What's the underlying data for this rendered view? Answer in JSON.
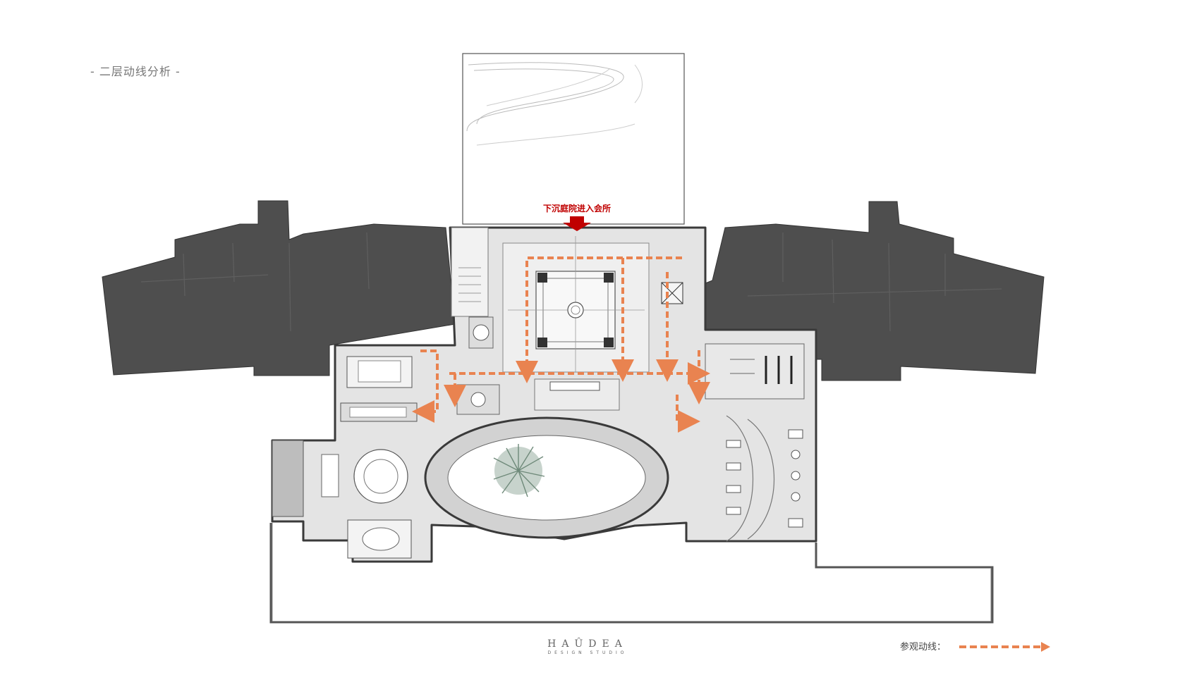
{
  "page": {
    "title": "- 二层动线分析 -"
  },
  "entry": {
    "label": "下沉庭院进入会所",
    "color": "#c00000"
  },
  "legend": {
    "label": "参观动线：",
    "color": "#e98350"
  },
  "brand": {
    "name": "HAÛDEA",
    "sub": "DESIGN STUDIO"
  },
  "colors": {
    "wing": "#4e4e4e",
    "floor": "#e4e4e4",
    "wall": "#3a3a3a",
    "route": "#e98350",
    "entry_arrow": "#c00000"
  }
}
